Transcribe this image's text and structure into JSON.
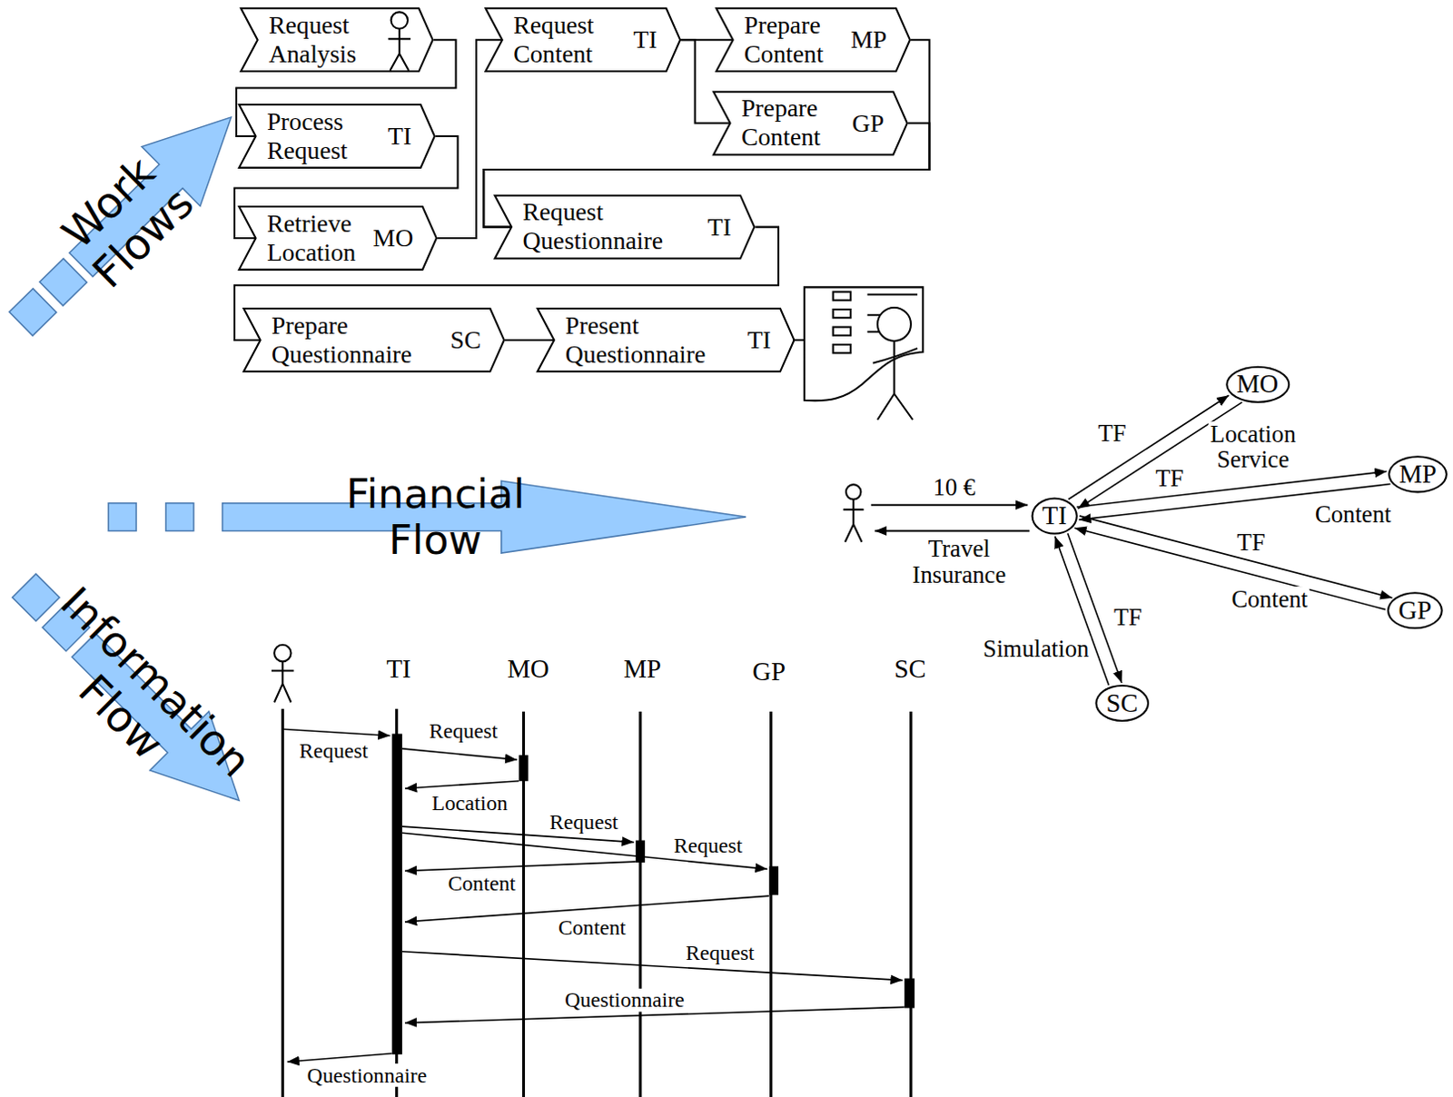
{
  "diagram": {
    "nodes": [
      {
        "text": [
          "Work Flows"
        ]
      },
      {
        "text": [
          "Request Analysis"
        ]
      },
      {
        "text": [
          "Process Request",
          "TI"
        ]
      },
      {
        "text": [
          "Retrieve Location",
          "MO"
        ]
      },
      {
        "text": [
          "Request Content",
          "TI"
        ]
      },
      {
        "text": [
          "Prepare Content",
          "MP"
        ]
      },
      {
        "text": [
          "Prepare Content",
          "GP"
        ]
      },
      {
        "text": [
          "Request Questionnaire",
          "TI"
        ]
      },
      {
        "text": [
          "Prepare Questionnaire",
          "SC"
        ]
      },
      {
        "text": [
          "Present Questionnaire",
          "TI"
        ]
      },
      {
        "text": [
          "Financial Flow"
        ]
      },
      {
        "text": [
          "TI"
        ]
      },
      {
        "text": [
          "MO"
        ]
      },
      {
        "text": [
          "MP"
        ]
      },
      {
        "text": [
          "GP"
        ]
      },
      {
        "text": [
          "SC"
        ]
      },
      {
        "text": [
          "Information Flow"
        ]
      }
    ],
    "edges": [
      {
        "from": 1,
        "to": 2,
        "arrow": "none"
      },
      {
        "from": 2,
        "to": 3,
        "arrow": "none"
      },
      {
        "from": 3,
        "to": 4,
        "arrow": "none"
      },
      {
        "from": 4,
        "to": 5,
        "arrow": "none"
      },
      {
        "from": 4,
        "to": 6,
        "arrow": "none"
      },
      {
        "from": 5,
        "to": 7,
        "arrow": "none"
      },
      {
        "from": 6,
        "to": 7,
        "arrow": "none"
      },
      {
        "from": 7,
        "to": 8,
        "arrow": "none"
      },
      {
        "from": 8,
        "to": 9,
        "arrow": "none"
      },
      {
        "from": 11,
        "to": 12,
        "arrow": "to",
        "label": "TF"
      },
      {
        "from": 12,
        "to": 11,
        "arrow": "to",
        "label": "Location Service"
      },
      {
        "from": 11,
        "to": 13,
        "arrow": "to",
        "label": "TF"
      },
      {
        "from": 13,
        "to": 11,
        "arrow": "to",
        "label": "Content"
      },
      {
        "from": 11,
        "to": 14,
        "arrow": "to",
        "label": "TF"
      },
      {
        "from": 14,
        "to": 11,
        "arrow": "to",
        "label": "Content"
      },
      {
        "from": 11,
        "to": 15,
        "arrow": "to",
        "label": "TF"
      },
      {
        "from": 15,
        "to": 11,
        "arrow": "to",
        "label": "Simulation"
      }
    ],
    "labels": [
      "10 €",
      "Travel Insurance",
      "TI",
      "MO",
      "MP",
      "GP",
      "SC",
      "Request",
      "Request",
      "Location",
      "Request",
      "Request",
      "Content",
      "Content",
      "Request",
      "Questionnaire",
      "Questionnaire"
    ]
  }
}
